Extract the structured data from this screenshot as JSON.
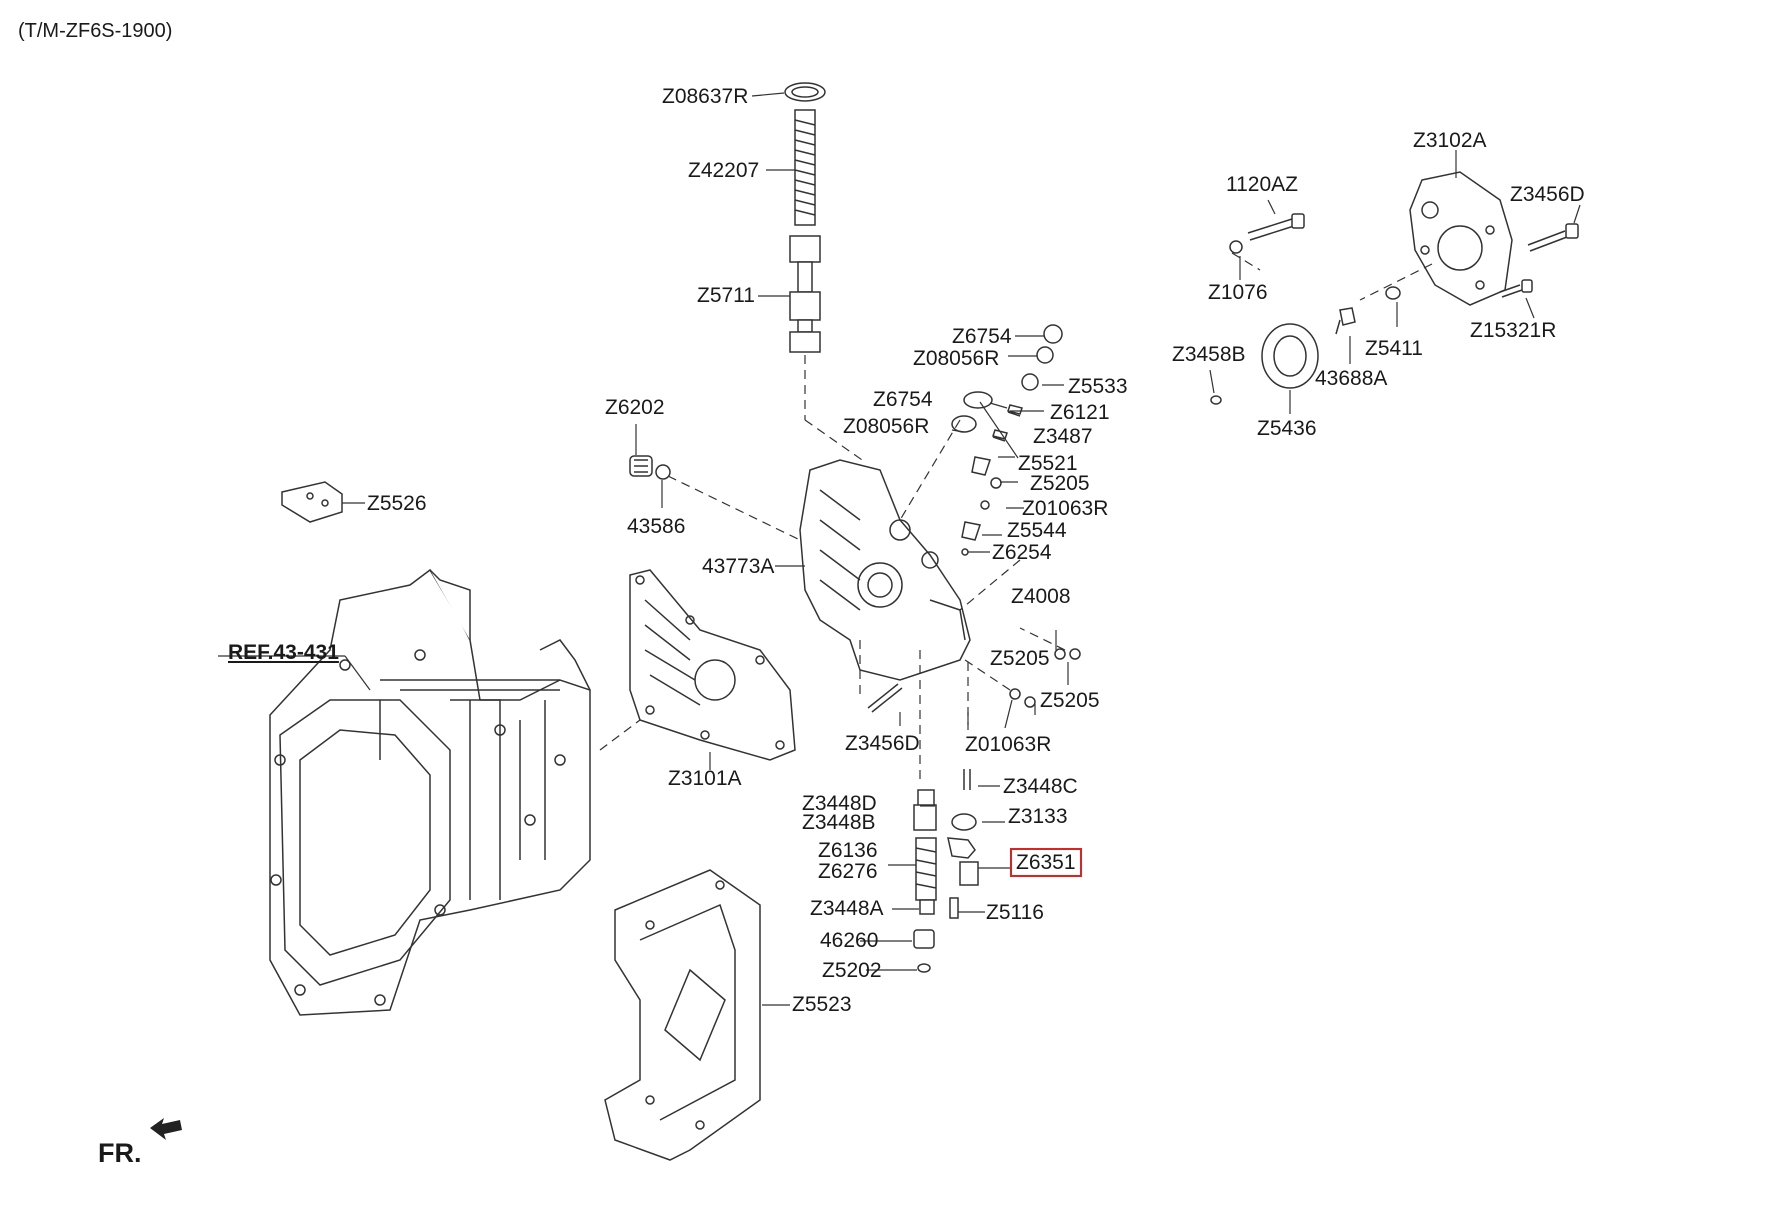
{
  "header": "(T/M-ZF6S-1900)",
  "reference": "REF.43-431",
  "direction": "FR.",
  "highlight_color": "#dd2222",
  "parts": {
    "z08637r": "Z08637R",
    "z42207": "Z42207",
    "z5711": "Z5711",
    "z6202": "Z6202",
    "p43586": "43586",
    "z5526": "Z5526",
    "p43773a": "43773A",
    "z6754_a": "Z6754",
    "z08056r_a": "Z08056R",
    "z5533": "Z5533",
    "z6754_b": "Z6754",
    "z6121": "Z6121",
    "z08056r_b": "Z08056R",
    "z3487": "Z3487",
    "z5521": "Z5521",
    "z5205_a": "Z5205",
    "z01063r_a": "Z01063R",
    "z5544": "Z5544",
    "z6254": "Z6254",
    "z4008": "Z4008",
    "z5205_b": "Z5205",
    "z5205_c": "Z5205",
    "z3456d_a": "Z3456D",
    "z01063r_b": "Z01063R",
    "z3101a": "Z3101A",
    "z3448c": "Z3448C",
    "z3448d": "Z3448D",
    "z3448b": "Z3448B",
    "z3133": "Z3133",
    "z6136": "Z6136",
    "z6276": "Z6276",
    "z6351": "Z6351",
    "z3448a": "Z3448A",
    "z5116": "Z5116",
    "p46260": "46260",
    "z5202": "Z5202",
    "z5523": "Z5523",
    "p1120az": "1120AZ",
    "z1076": "Z1076",
    "z3102a": "Z3102A",
    "z3456d_b": "Z3456D",
    "z3458b": "Z3458B",
    "z5411": "Z5411",
    "z15321r": "Z15321R",
    "p43688a": "43688A",
    "z5436": "Z5436"
  }
}
